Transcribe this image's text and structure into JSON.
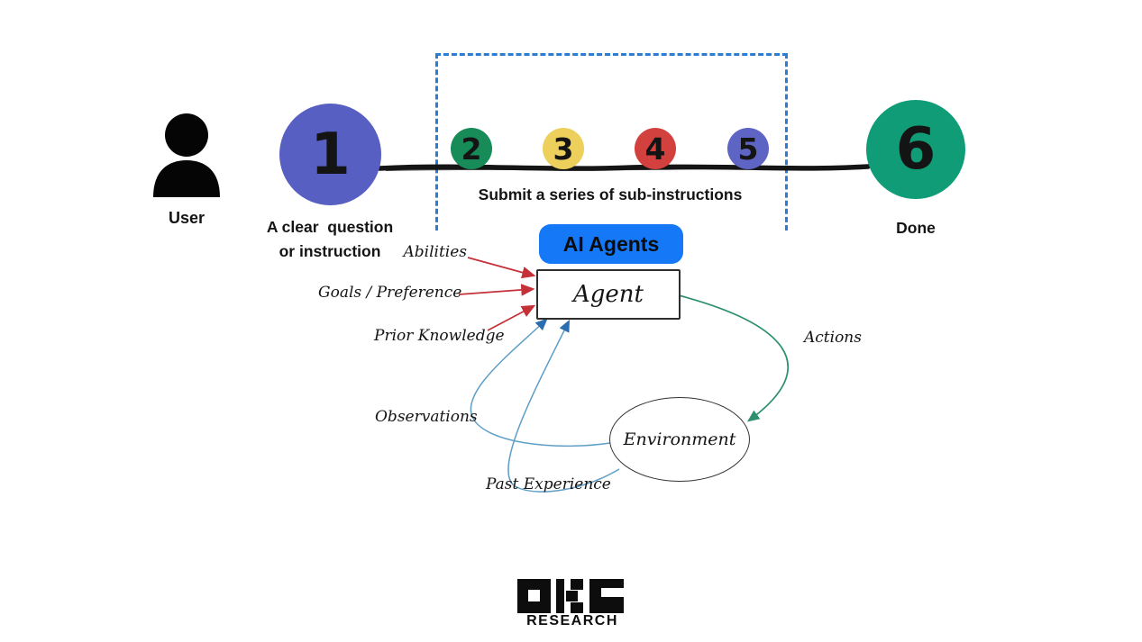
{
  "palette": {
    "ink": "#151515",
    "badge-blue": "#1478F7",
    "dashed-blue": "#2B7CD3",
    "arrow-red": "#C43139",
    "arrow-blue-line": "#5E9EC6",
    "arrow-blue-head": "#2B6EB0",
    "arrow-green": "#2E8F6E"
  },
  "flow": {
    "user_label": "User",
    "steps": [
      {
        "number": "1",
        "color": "#585FC2",
        "caption_line1": "A clear  question",
        "caption_line2": "or instruction"
      },
      {
        "number": "2",
        "color": "#178C58"
      },
      {
        "number": "3",
        "color": "#EDD05B"
      },
      {
        "number": "4",
        "color": "#D2413D"
      },
      {
        "number": "5",
        "color": "#5E64C4"
      },
      {
        "number": "6",
        "color": "#0F9C76",
        "caption": "Done"
      }
    ],
    "subinstructions_caption": "Submit a series of sub-instructions"
  },
  "agent_diagram": {
    "badge_label": "AI Agents",
    "agent_label": "Agent",
    "environment_label": "Environment",
    "abilities_label": "Abilities",
    "goals_label": "Goals / Preference",
    "prior_knowledge_label": "Prior Knowledge",
    "actions_label": "Actions",
    "observations_label": "Observations",
    "past_experience_label": "Past Experience"
  },
  "footer": {
    "logo_text": "OKG",
    "logo_subtext": "RESEARCH"
  }
}
